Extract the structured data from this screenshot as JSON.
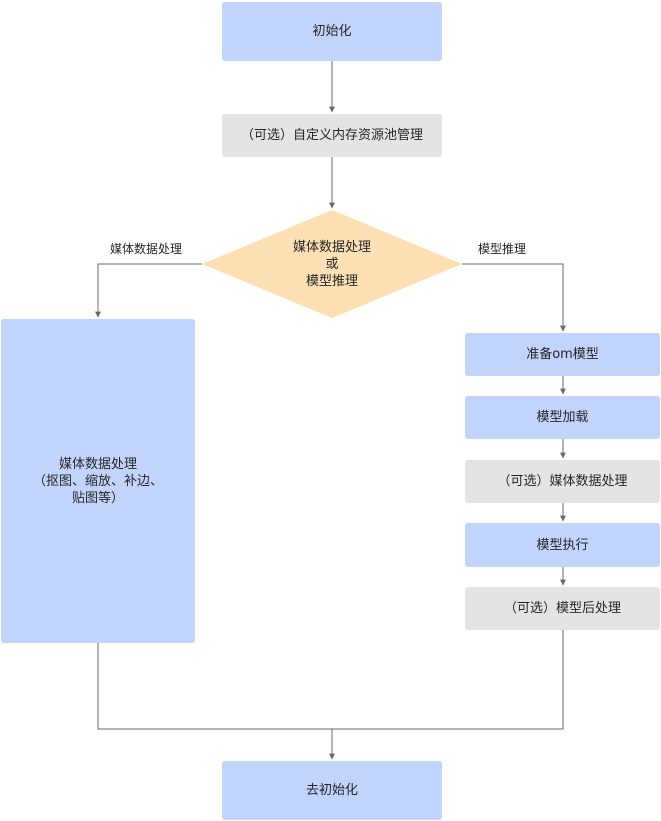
{
  "nodes": {
    "init": "初始化",
    "mem_pool": "（可选）自定义内存资源池管理",
    "decision": "媒体数据处理\n或\n模型推理",
    "media_process": "媒体数据处理\n（抠图、缩放、补边、\n贴图等）",
    "prepare_model": "准备om模型",
    "load_model": "模型加载",
    "optional_media": "（可选）媒体数据处理",
    "execute_model": "模型执行",
    "optional_post": "（可选）模型后处理",
    "deinit": "去初始化"
  },
  "edge_labels": {
    "left_branch": "媒体数据处理",
    "right_branch": "模型推理"
  },
  "colors": {
    "process": "#c2d4fc",
    "optional": "#e4e4e6",
    "decision": "#fde0b4",
    "connector": "#6b6b6b"
  }
}
